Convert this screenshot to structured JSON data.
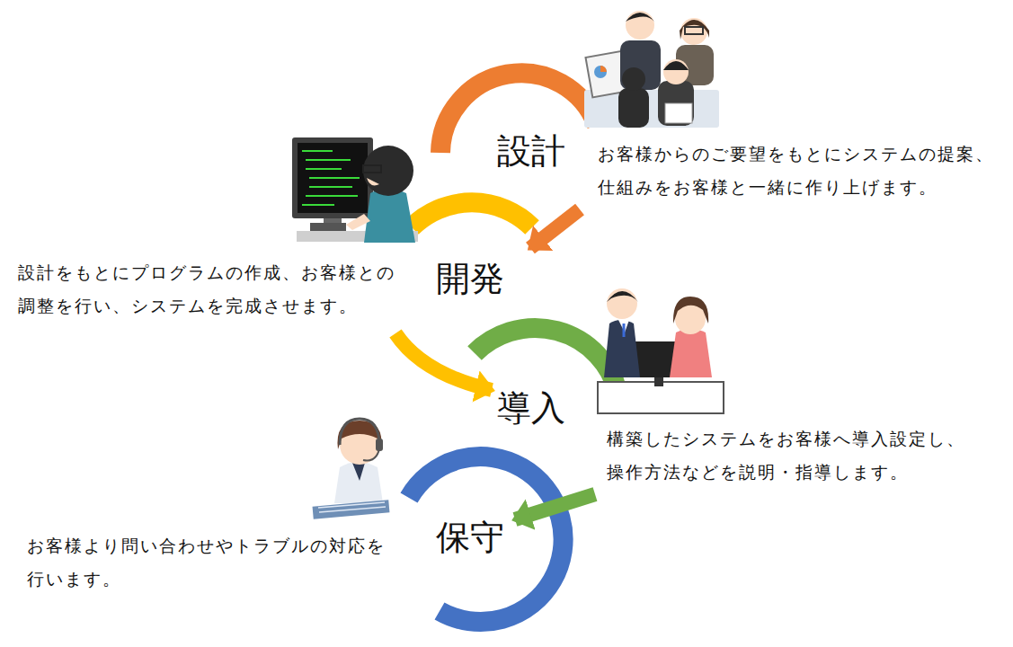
{
  "diagram": {
    "nodes": [
      {
        "text": [
          "設計",
          "お客様からのご要望をもとにシステムの提案、 仕組みをお客様と一緒に作り上げます。"
        ]
      },
      {
        "text": [
          "開発",
          "設計をもとにプログラムの作成、お客様との 調整を行い、システムを完成させます。"
        ]
      },
      {
        "text": [
          "導入",
          "構築したシステムをお客様へ導入設定し、 操作方法などを説明・指導します。"
        ]
      },
      {
        "text": [
          "保守",
          "お客様より問い合わせやトラブルの対応を 行います。"
        ]
      }
    ],
    "edges": [
      {
        "from": 0,
        "to": 1,
        "arrow": "to"
      },
      {
        "from": 1,
        "to": 2,
        "arrow": "to"
      },
      {
        "from": 2,
        "to": 3,
        "arrow": "to"
      }
    ]
  }
}
